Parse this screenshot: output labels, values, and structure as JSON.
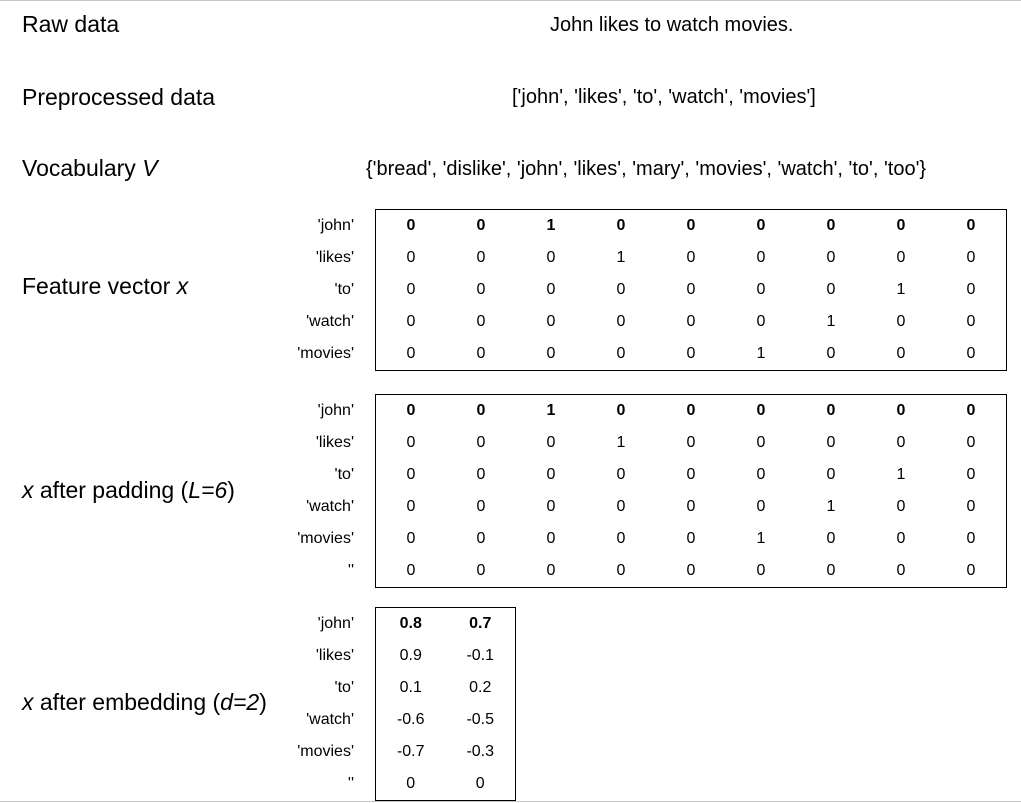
{
  "raw": {
    "label": "Raw data",
    "value": "John likes to watch movies."
  },
  "preprocessed": {
    "label": "Preprocessed data",
    "value": "['john', 'likes', 'to', 'watch', 'movies']"
  },
  "vocabulary": {
    "label_text": "Vocabulary ",
    "label_var": "V",
    "value": "{'bread', 'dislike', 'john', 'likes', 'mary', 'movies', 'watch', 'to', 'too'}"
  },
  "feature": {
    "label_text": "Feature vector ",
    "label_var": "x",
    "rows": [
      "'john'",
      "'likes'",
      "'to'",
      "'watch'",
      "'movies'"
    ],
    "matrix": [
      [
        "0",
        "0",
        "1",
        "0",
        "0",
        "0",
        "0",
        "0",
        "0"
      ],
      [
        "0",
        "0",
        "0",
        "1",
        "0",
        "0",
        "0",
        "0",
        "0"
      ],
      [
        "0",
        "0",
        "0",
        "0",
        "0",
        "0",
        "0",
        "1",
        "0"
      ],
      [
        "0",
        "0",
        "0",
        "0",
        "0",
        "0",
        "1",
        "0",
        "0"
      ],
      [
        "0",
        "0",
        "0",
        "0",
        "0",
        "1",
        "0",
        "0",
        "0"
      ]
    ]
  },
  "padding": {
    "label_var": "x",
    "label_text": " after padding (",
    "label_param": "L=6",
    "label_close": ")",
    "rows": [
      "'john'",
      "'likes'",
      "'to'",
      "'watch'",
      "'movies'",
      "''"
    ],
    "matrix": [
      [
        "0",
        "0",
        "1",
        "0",
        "0",
        "0",
        "0",
        "0",
        "0"
      ],
      [
        "0",
        "0",
        "0",
        "1",
        "0",
        "0",
        "0",
        "0",
        "0"
      ],
      [
        "0",
        "0",
        "0",
        "0",
        "0",
        "0",
        "0",
        "1",
        "0"
      ],
      [
        "0",
        "0",
        "0",
        "0",
        "0",
        "0",
        "1",
        "0",
        "0"
      ],
      [
        "0",
        "0",
        "0",
        "0",
        "0",
        "1",
        "0",
        "0",
        "0"
      ],
      [
        "0",
        "0",
        "0",
        "0",
        "0",
        "0",
        "0",
        "0",
        "0"
      ]
    ]
  },
  "embedding": {
    "label_var": "x",
    "label_text": " after embedding (",
    "label_param": "d=2",
    "label_close": ")",
    "rows": [
      "'john'",
      "'likes'",
      "'to'",
      "'watch'",
      "'movies'",
      "''"
    ],
    "matrix": [
      [
        "0.8",
        "0.7"
      ],
      [
        "0.9",
        "-0.1"
      ],
      [
        "0.1",
        "0.2"
      ],
      [
        "-0.6",
        "-0.5"
      ],
      [
        "-0.7",
        "-0.3"
      ],
      [
        "0",
        "0"
      ]
    ]
  }
}
